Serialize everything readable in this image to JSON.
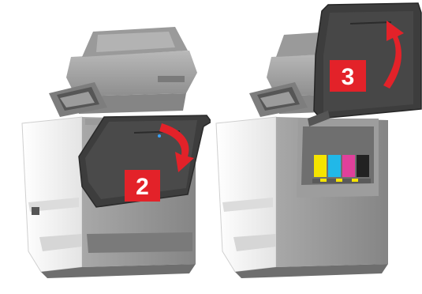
{
  "steps": [
    {
      "number": "2",
      "action": "door-close",
      "arrow": "curved-down"
    },
    {
      "number": "3",
      "action": "door-lift",
      "arrow": "curved-up"
    }
  ],
  "colors": {
    "badge": "#e32229",
    "arrow": "#e32229",
    "body_light": "#f2f2f2",
    "body_dark": "#8f8f8f",
    "door": "#3a3a3a",
    "toner_yellow": "#f5e400",
    "toner_cyan": "#21b8e8",
    "toner_magenta": "#e0409b",
    "toner_black": "#222222"
  }
}
